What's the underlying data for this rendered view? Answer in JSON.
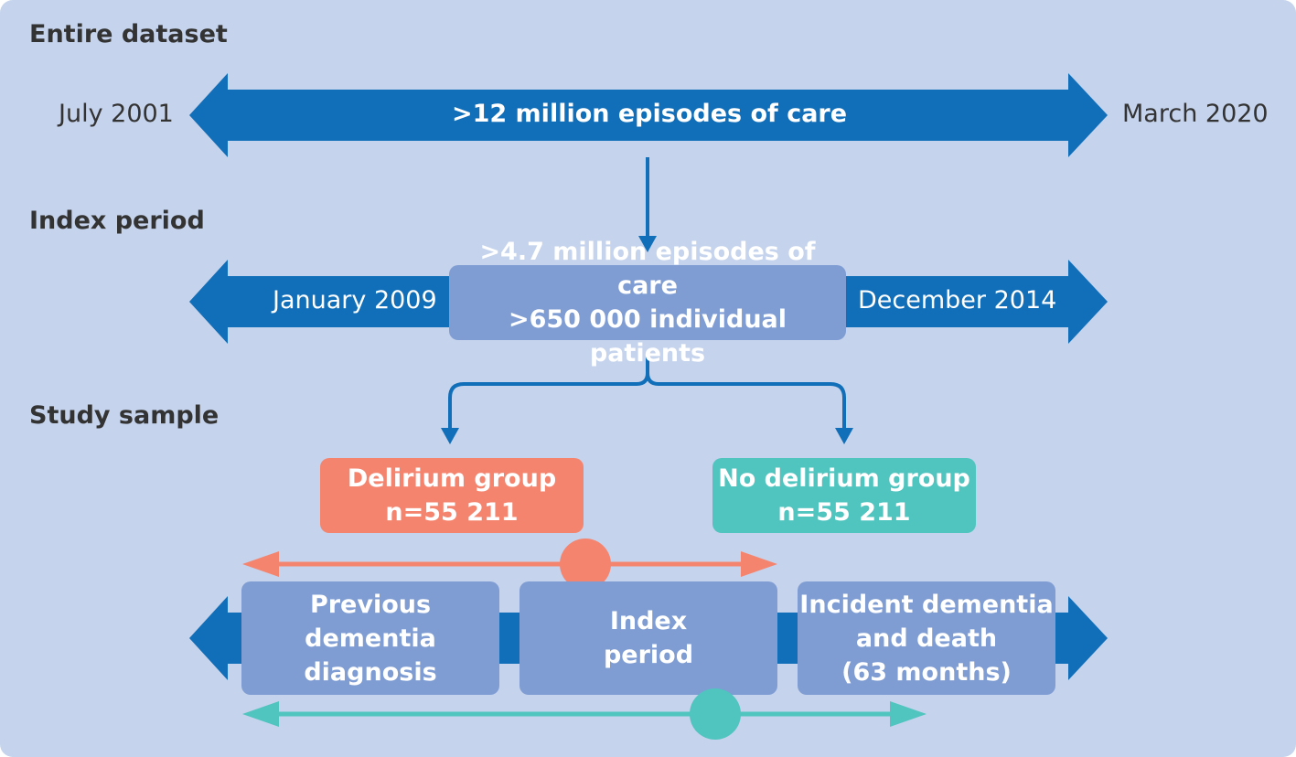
{
  "colors": {
    "background": "#c5d3ec",
    "arrow_blue": "#116eb8",
    "box_blue": "#7f9dd3",
    "delirium": "#f5846e",
    "no_delirium": "#50c4bf",
    "text_dark": "#333333"
  },
  "sections": {
    "entire": "Entire dataset",
    "index": "Index period",
    "study": "Study sample"
  },
  "entire_dataset": {
    "start": "July 2001",
    "end": "March 2020",
    "label": ">12 million episodes of care"
  },
  "index_period": {
    "start": "January 2009",
    "end": "December 2014",
    "line1": ">4.7 million episodes of care",
    "line2": ">650 000 individual patients"
  },
  "groups": {
    "delirium": {
      "line1": "Delirium group",
      "line2": "n=55 211"
    },
    "no_delirium": {
      "line1": "No delirium group",
      "line2": "n=55 211"
    }
  },
  "timeline": {
    "previous": [
      "Previous",
      "dementia",
      "diagnosis"
    ],
    "index": [
      "Index",
      "period"
    ],
    "followup": [
      "Incident dementia",
      "and death",
      "(63 months)"
    ]
  }
}
